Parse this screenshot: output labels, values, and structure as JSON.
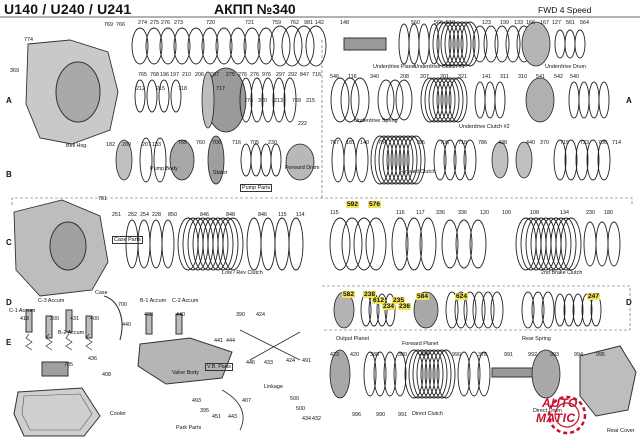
{
  "header": {
    "title": "U140 / U240 / U241",
    "akpp": "АКПП №340",
    "speed": "FWD 4 Speed"
  },
  "sections": [
    "A",
    "A",
    "B",
    "C",
    "D",
    "D",
    "E"
  ],
  "labels": [
    "774",
    "369",
    "274",
    "275",
    "276",
    "273",
    "720",
    "721",
    "759",
    "762",
    "981",
    "142",
    "148",
    "769",
    "766",
    "765",
    "768",
    "196",
    "197",
    "210",
    "206",
    "207",
    "275",
    "276",
    "276",
    "976",
    "297",
    "292",
    "847",
    "716",
    "212",
    "215",
    "718",
    "717",
    "774",
    "370",
    "213",
    "769",
    "215",
    "222",
    "560",
    "566",
    "510",
    "123",
    "199",
    "133",
    "166",
    "167",
    "127",
    "561",
    "564",
    "546",
    "116",
    "340",
    "208",
    "207",
    "201",
    "321",
    "141",
    "311",
    "310",
    "541",
    "542",
    "540",
    "183",
    "765",
    "760",
    "706",
    "716",
    "705",
    "230",
    "182",
    "209",
    "207",
    "767",
    "181",
    "140",
    "784",
    "785",
    "706",
    "718",
    "786",
    "438",
    "440",
    "370",
    "715",
    "723",
    "706",
    "714",
    "781",
    "251",
    "252",
    "254",
    "228",
    "850",
    "846",
    "848",
    "846",
    "115",
    "114",
    "115",
    "116",
    "117",
    "336",
    "336",
    "120",
    "100",
    "108",
    "134",
    "230",
    "180",
    "700",
    "440",
    "785",
    "436",
    "408",
    "418",
    "300",
    "431",
    "400",
    "428",
    "440",
    "390",
    "424",
    "441",
    "444",
    "446",
    "433",
    "424",
    "491",
    "493",
    "395",
    "451",
    "443",
    "407",
    "500",
    "500",
    "434",
    "432",
    "423",
    "420",
    "380",
    "300",
    "434",
    "990",
    "378",
    "991",
    "992",
    "993",
    "994",
    "995",
    "996",
    "990",
    "991"
  ],
  "callouts": {
    "top_right": [
      "Underdrive Planet",
      "Underdrive Clutch #1",
      "Underdrive Drum",
      "Underdrive Spring",
      "Underdrive Clutch #2"
    ],
    "mid_left": [
      "Bell Hsg.",
      "Pump Body",
      "Stator",
      "Pump Parts",
      "Forward Drum"
    ],
    "mid_right": [
      "Forward Clutch",
      "2nd Brake Clutch"
    ],
    "lower_left": [
      "Case",
      "Case Parts",
      "Low / Rev Clutch"
    ],
    "bottom_left": [
      "Cooler",
      "Valve Body",
      "V.B. Parts",
      "Linkage",
      "Park Parts",
      "C-1 Accum",
      "B-2 Accum",
      "C-3 Accum",
      "B-1 Accum",
      "C-2 Accum"
    ],
    "bottom_right": [
      "Output Planet",
      "Forward Planet",
      "Rear Spring",
      "Direct Clutch",
      "Direct Drum",
      "Rear Cover"
    ]
  },
  "highlights": [
    "592",
    "576",
    "582",
    "238",
    "612",
    "235",
    "234",
    "236",
    "584",
    "624",
    "247"
  ],
  "logo": {
    "line1": "AUTO",
    "line2": "MATIC"
  },
  "colors": {
    "highlight": "#f0e35a",
    "logo": "#c8102e"
  }
}
